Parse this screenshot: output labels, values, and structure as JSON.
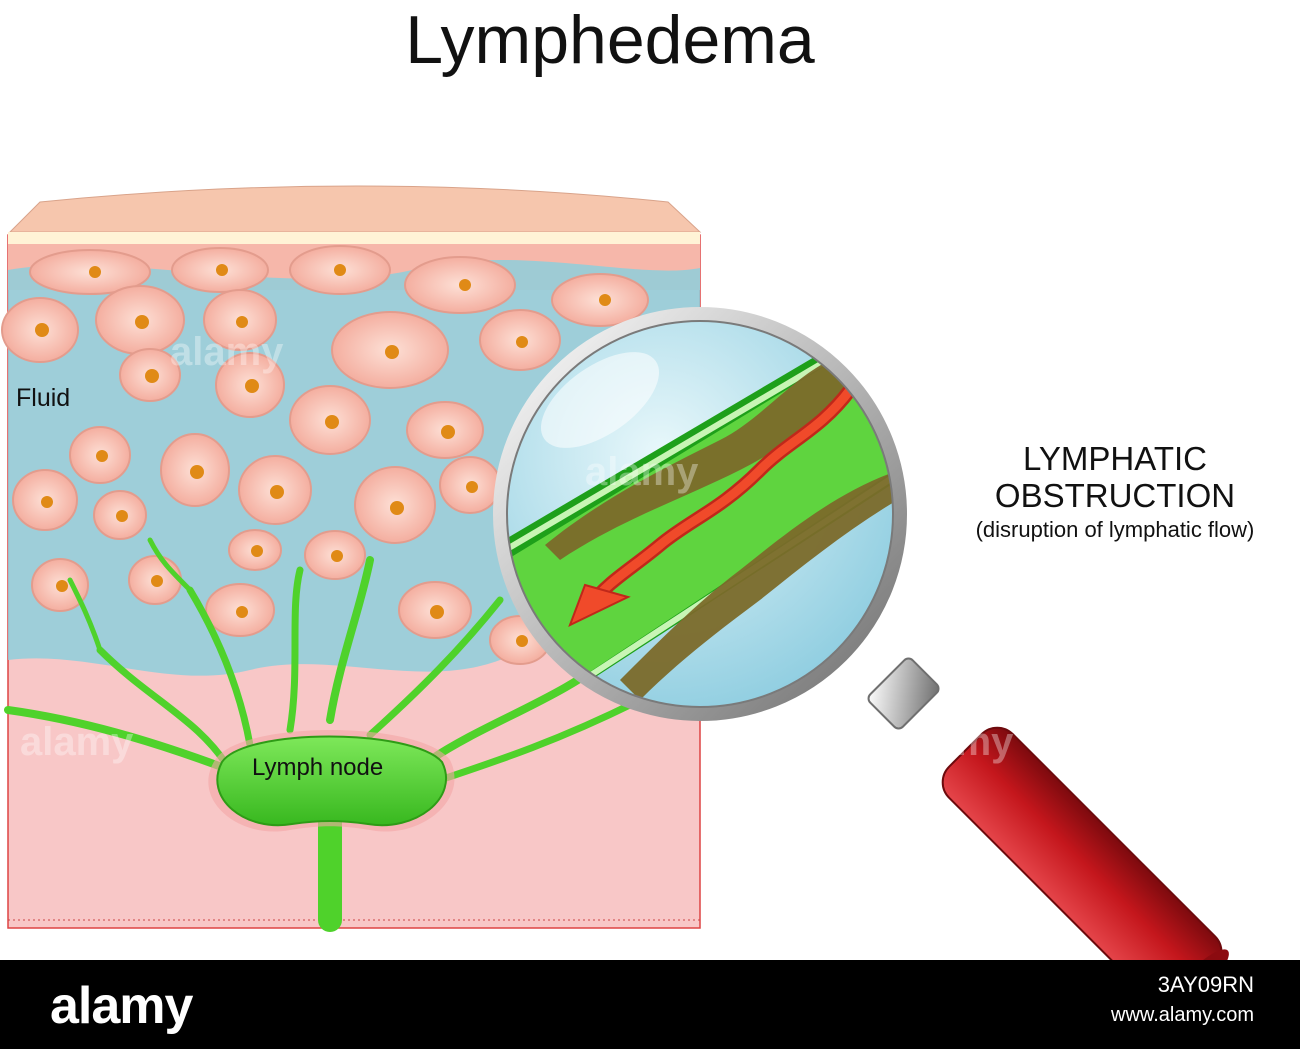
{
  "title": "Lymphedema",
  "labels": {
    "fluid": "Fluid",
    "lymph_node": "Lymph node"
  },
  "annotation": {
    "line1": "LYMPHATIC",
    "line2": "OBSTRUCTION",
    "line3": "(disruption of lymphatic flow)"
  },
  "footer": {
    "brand": "alamy",
    "image_id": "3AY09RN",
    "site": "www.alamy.com"
  },
  "watermark": "alamy",
  "colors": {
    "skin_top": "#f6c6ad",
    "skin_pink": "#f8c7c7",
    "fluid": "#8ecfdc",
    "cell": "#f5b1a4",
    "nucleus": "#e08a16",
    "lymph_green": "#4fd22b",
    "obstruction": "#7b6a2a",
    "flow_arrow": "#f04a2a",
    "handle_red": "#c4161c",
    "footer": "#000000"
  }
}
